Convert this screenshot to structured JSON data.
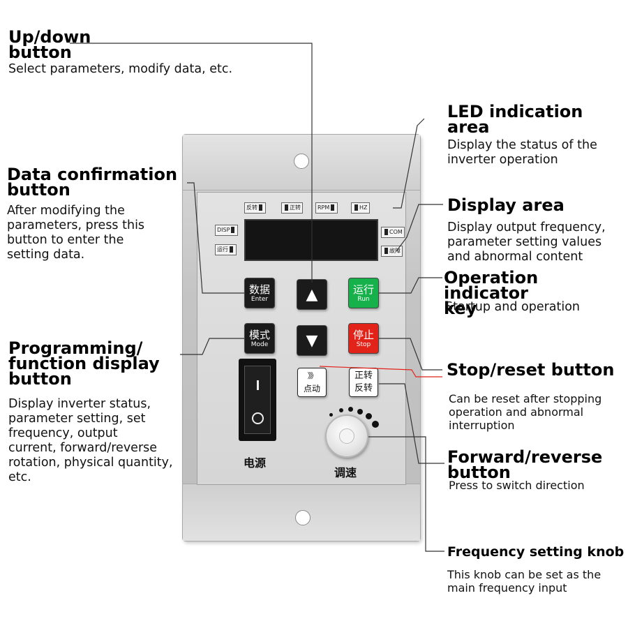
{
  "callouts": {
    "updown": {
      "title": "Up/down\nbutton",
      "desc": "Select parameters, modify data, etc."
    },
    "data_confirm": {
      "title": "Data confirmation\nbutton",
      "desc": "After modifying the\nparameters, press this\nbutton to enter the\nsetting data."
    },
    "programming": {
      "title": "Programming/\nfunction display\nbutton",
      "desc": "Display inverter status,\nparameter setting, set\nfrequency, output\ncurrent, forward/reverse\nrotation, physical quantity,\netc."
    },
    "led_area": {
      "title": "LED indication\narea",
      "desc": "Display the status of the\ninverter operation"
    },
    "display_area": {
      "title": "Display area",
      "desc": "Display output frequency,\nparameter setting values\nand abnormal content"
    },
    "operation": {
      "title": "Operation indicator\nkey",
      "desc": "Startup and operation"
    },
    "stop_reset": {
      "title": "Stop/reset button",
      "desc": "Can be reset after stopping\n operation and abnormal\n interruption"
    },
    "fwd_rev": {
      "title": "Forward/reverse\nbutton",
      "desc": "Press to switch direction"
    },
    "freq_knob": {
      "title": "Frequency setting knob",
      "desc": "This knob can be set as the\n main frequency input"
    }
  },
  "device": {
    "indicators": {
      "reverse": "反转",
      "forward": "正转",
      "rpm": "RPM",
      "hz": "HZ",
      "disp": "DISP",
      "running": "运行",
      "com": "COM",
      "fault": "故障"
    },
    "keys": {
      "enter": {
        "cn": "数据",
        "en": "Enter"
      },
      "mode": {
        "cn": "模式",
        "en": "Mode"
      },
      "run": {
        "cn": "运行",
        "en": "Run"
      },
      "stop": {
        "cn": "停止",
        "en": "Stop"
      },
      "jog": {
        "glyph": "》》",
        "cn": "点动"
      },
      "fwdrev": {
        "top": "正转",
        "bottom": "反转"
      }
    },
    "power_label": "电源",
    "speed_label": "调速",
    "switch_symbols": {
      "on": "I",
      "off": "O"
    }
  },
  "colors": {
    "run_key": "#16b14b",
    "stop_key": "#e2231a",
    "leader_line": "#333333",
    "stop_leader": "#e2231a"
  }
}
